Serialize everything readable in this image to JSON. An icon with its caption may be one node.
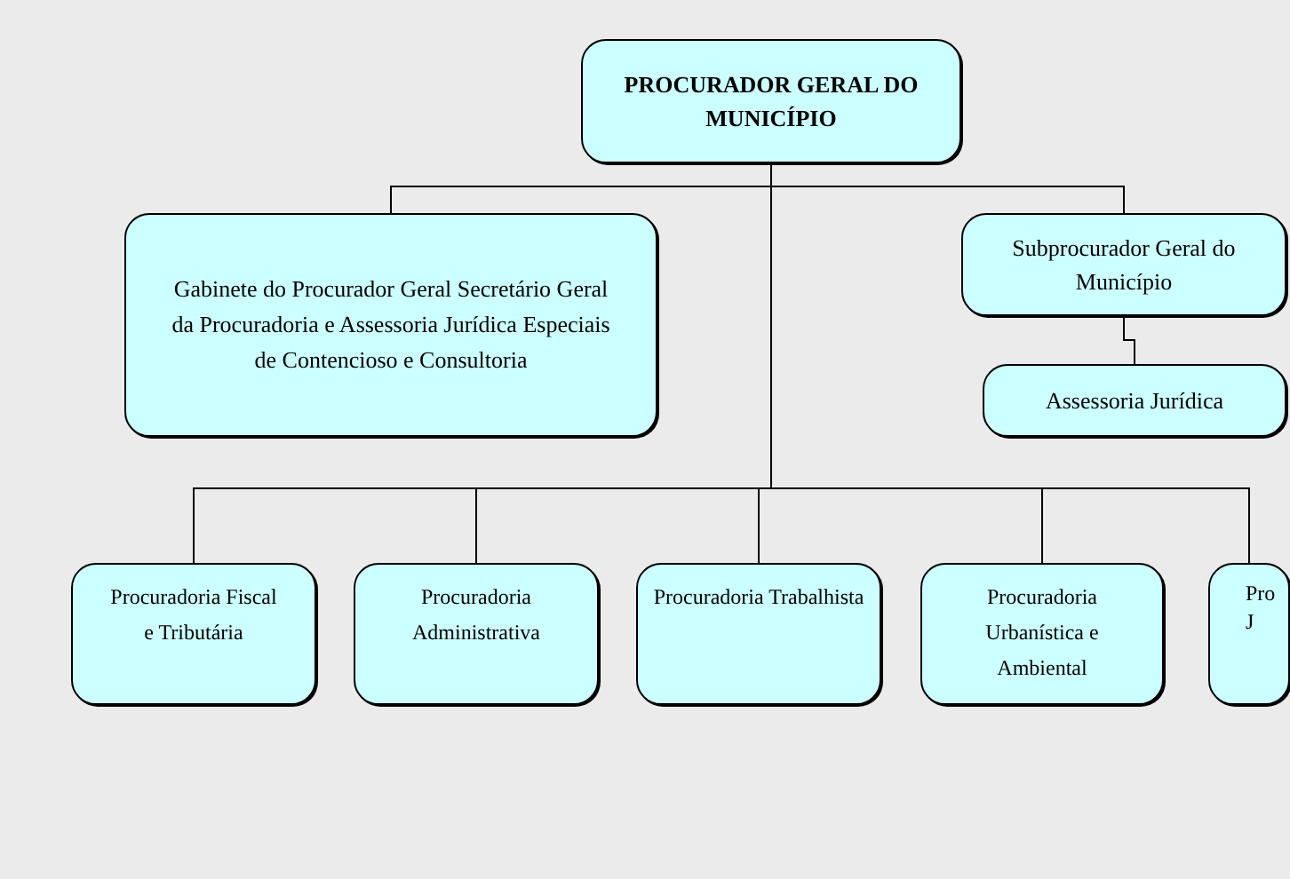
{
  "diagram": {
    "nodes": [
      {
        "text": [
          "PROCURADOR GERAL DO MUNICÍPIO"
        ]
      },
      {
        "text": [
          "Gabinete do Procurador Geral Secretário Geral da Procuradoria e Assessoria Jurídica Especiais de Contencioso e Consultoria"
        ]
      },
      {
        "text": [
          "Subprocurador Geral do Município"
        ]
      },
      {
        "text": [
          "Assessoria Jurídica"
        ]
      },
      {
        "text": [
          "Procuradoria Fiscal e Tributária"
        ]
      },
      {
        "text": [
          "Procuradoria Administrativa"
        ]
      },
      {
        "text": [
          "Procuradoria Trabalhista"
        ]
      },
      {
        "text": [
          "Procuradoria Urbanística e Ambiental"
        ]
      },
      {
        "text": [
          "Pro",
          "J"
        ]
      }
    ],
    "edges": [
      {
        "from": 0,
        "to": 1,
        "arrow": "none"
      },
      {
        "from": 0,
        "to": 2,
        "arrow": "none"
      },
      {
        "from": 2,
        "to": 3,
        "arrow": "none"
      },
      {
        "from": 0,
        "to": 4,
        "arrow": "none"
      },
      {
        "from": 0,
        "to": 5,
        "arrow": "none"
      },
      {
        "from": 0,
        "to": 6,
        "arrow": "none"
      },
      {
        "from": 0,
        "to": 7,
        "arrow": "none"
      },
      {
        "from": 0,
        "to": 8,
        "arrow": "none"
      }
    ]
  }
}
